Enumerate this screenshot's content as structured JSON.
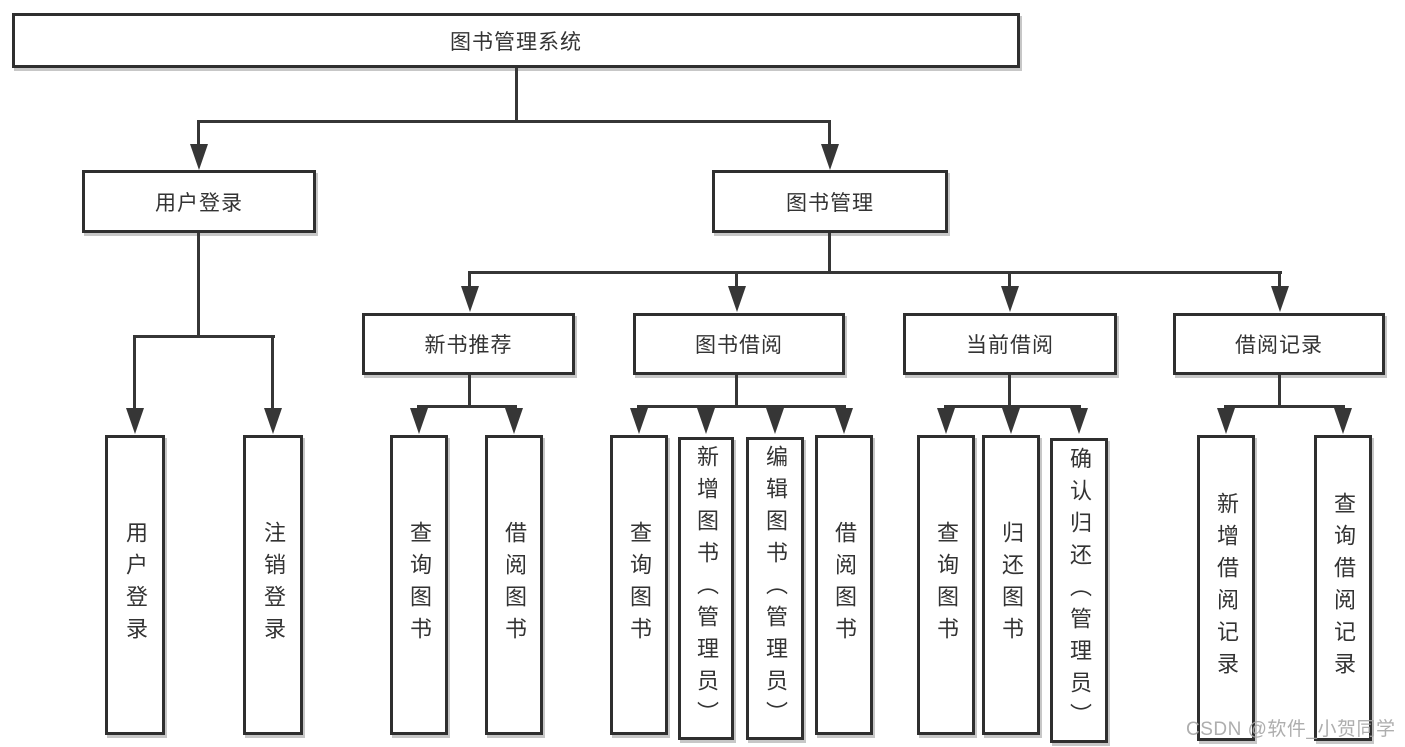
{
  "tree": {
    "root": "图书管理系统",
    "branches": [
      {
        "label": "用户登录",
        "children": [
          "用户登录",
          "注销登录"
        ]
      },
      {
        "label": "图书管理",
        "groups": [
          {
            "label": "新书推荐",
            "children": [
              "查询图书",
              "借阅图书"
            ]
          },
          {
            "label": "图书借阅",
            "children": [
              "查询图书",
              "新增图书（管理员）",
              "编辑图书（管理员）",
              "借阅图书"
            ]
          },
          {
            "label": "当前借阅",
            "children": [
              "查询图书",
              "归还图书",
              "确认归还（管理员）"
            ]
          },
          {
            "label": "借阅记录",
            "children": [
              "新增借阅记录",
              "查询借阅记录"
            ]
          }
        ]
      }
    ]
  },
  "watermark": "CSDN @软件_小贺同学",
  "colors": {
    "line": "#363636",
    "text": "#333333",
    "watermark": "#a5a5a5"
  }
}
